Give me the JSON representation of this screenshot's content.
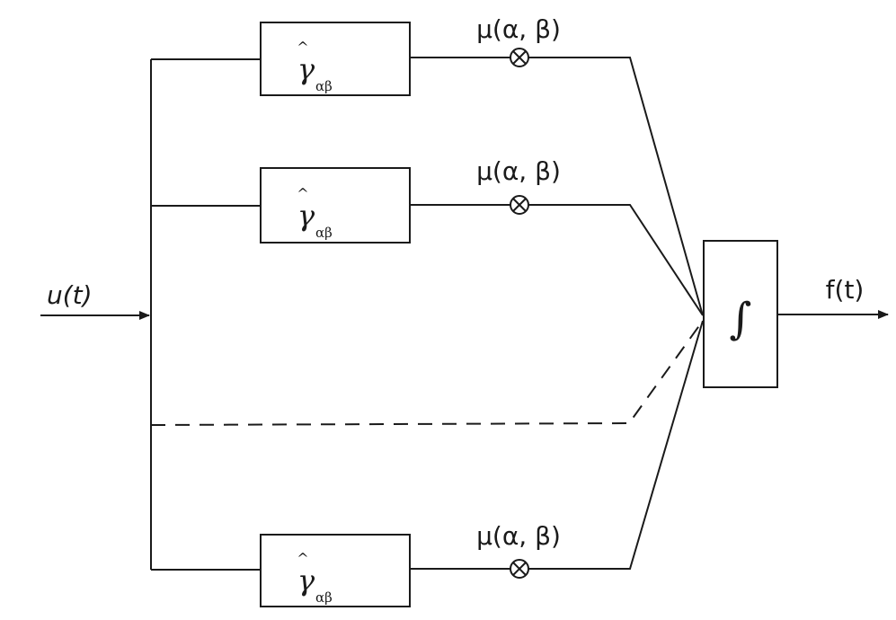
{
  "input": {
    "label": "u(t)"
  },
  "output": {
    "label": "f(t)"
  },
  "integrator": {
    "symbol": "∫"
  },
  "branches": [
    {
      "filter": {
        "hat": "^",
        "symbol": "γ",
        "subscript": "αβ"
      },
      "weight_label": "μ(α, β)",
      "multiplier_symbol": "⊗"
    },
    {
      "filter": {
        "hat": "^",
        "symbol": "γ",
        "subscript": "αβ"
      },
      "weight_label": "μ(α, β)",
      "multiplier_symbol": "⊗"
    },
    {
      "filter": {
        "hat": "^",
        "symbol": "γ",
        "subscript": "αβ"
      },
      "weight_label": "μ(α, β)",
      "multiplier_symbol": "⊗"
    }
  ]
}
